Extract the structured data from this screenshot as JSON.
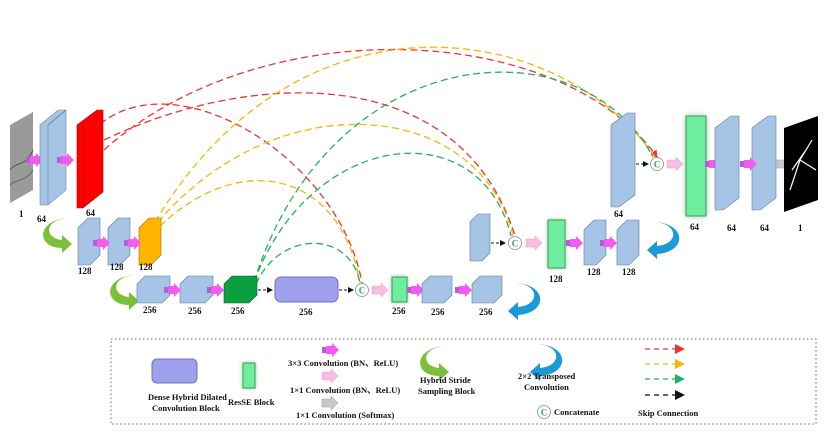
{
  "encoder": {
    "input_label": "1",
    "level1": [
      "64",
      "64"
    ],
    "level2": [
      "128",
      "128",
      "128"
    ],
    "level3": [
      "256",
      "256",
      "256"
    ],
    "bottleneck": "256"
  },
  "decoder": {
    "level3": [
      "256",
      "256",
      "256"
    ],
    "level2": [
      "128",
      "128",
      "128"
    ],
    "level1": [
      "64",
      "64",
      "64",
      "64"
    ],
    "output_label": "1"
  },
  "concat_symbol": "C",
  "legend": {
    "dense_block": [
      "Dense Hybrid Dilated",
      "Convolution Block"
    ],
    "resse": "ResSE Block",
    "conv3": "3×3 Convolution (BN、ReLU)",
    "conv1": "1×1 Convolution (BN、ReLU)",
    "conv1_softmax": "1×1 Convolution (Softmax)",
    "hybrid_stride": [
      "Hybrid Stride",
      "Sampling Block"
    ],
    "transposed": [
      "2×2 Transposed",
      "Convolution"
    ],
    "concatenate": "Concatenate",
    "skip": "Skip Connection"
  },
  "colors": {
    "feature_block": "#a6c4e6",
    "level1_out": "#ff0000",
    "level2_out": "#ffb400",
    "level3_out": "#0aa040",
    "dense_block": "#9fa0ee",
    "resse": "#70eea0",
    "conv3_arrow": "#f25cf0",
    "conv1_arrow": "#f8bde0",
    "softmax_arrow": "#bcbcbc",
    "hybrid_arrow": "#7bbf3a",
    "transposed_arrow": "#1a9ad6",
    "skip_red": "#ee3333",
    "skip_yellow": "#f5b800",
    "skip_green": "#22b060",
    "skip_black": "#111111"
  }
}
